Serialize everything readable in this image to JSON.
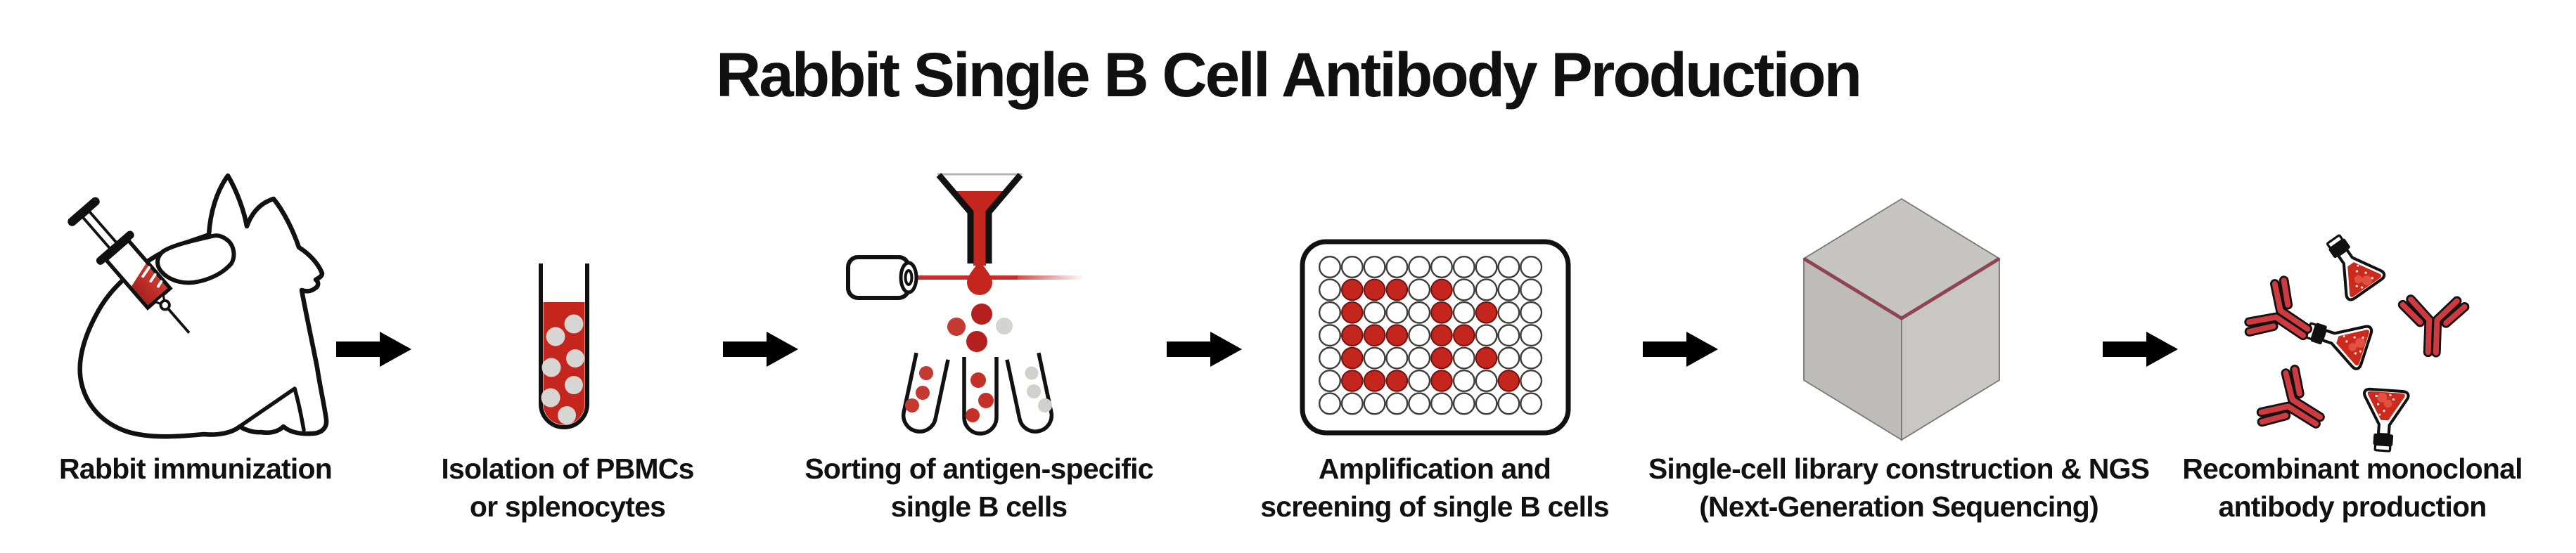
{
  "title": "Rabbit Single B Cell Antibody Production",
  "steps": [
    {
      "id": "immunization",
      "icon": "rabbit-syringe-icon",
      "label": "Rabbit immunization"
    },
    {
      "id": "isolation",
      "icon": "blood-collection-tube-icon",
      "label": "Isolation of PBMCs\nor splenocytes"
    },
    {
      "id": "sorting",
      "icon": "facs-cell-sorter-icon",
      "label": "Sorting of antigen-specific\nsingle B cells"
    },
    {
      "id": "screening",
      "icon": "96-well-plate-icon",
      "label": "Amplification and\nscreening of single B cells"
    },
    {
      "id": "ngs",
      "icon": "ngs-flow-cube-icon",
      "label": "Single-cell library construction & NGS\n(Next-Generation Sequencing)"
    },
    {
      "id": "production",
      "icon": "antibody-flask-icon",
      "label": "Recombinant monoclonal\nantibody production"
    }
  ],
  "arrows": {
    "count": 5,
    "direction": "right",
    "color": "#000000"
  },
  "well_plate": {
    "rows": 7,
    "cols": 10,
    "filled": [
      [
        2,
        2
      ],
      [
        2,
        3
      ],
      [
        2,
        4
      ],
      [
        2,
        6
      ],
      [
        3,
        2
      ],
      [
        3,
        6
      ],
      [
        3,
        8
      ],
      [
        4,
        2
      ],
      [
        4,
        3
      ],
      [
        4,
        4
      ],
      [
        4,
        6
      ],
      [
        4,
        7
      ],
      [
        5,
        2
      ],
      [
        5,
        6
      ],
      [
        5,
        8
      ],
      [
        6,
        2
      ],
      [
        6,
        3
      ],
      [
        6,
        4
      ],
      [
        6,
        6
      ],
      [
        6,
        9
      ]
    ]
  },
  "colors": {
    "red": "#c4261d",
    "dark_red": "#b3201d",
    "medium_red": "#c43a33",
    "antibody_red": "#cd3a3f",
    "flask_liquid": "#cc2a1c",
    "cell_gray": "#d6d4d1",
    "cube_top": "#c7c5c2",
    "cube_left": "#bebcb9",
    "cube_right": "#c9c7c4",
    "cube_edge_accent": "#8e4452",
    "outline": "#111111",
    "text": "#111111",
    "background": "#ffffff"
  }
}
